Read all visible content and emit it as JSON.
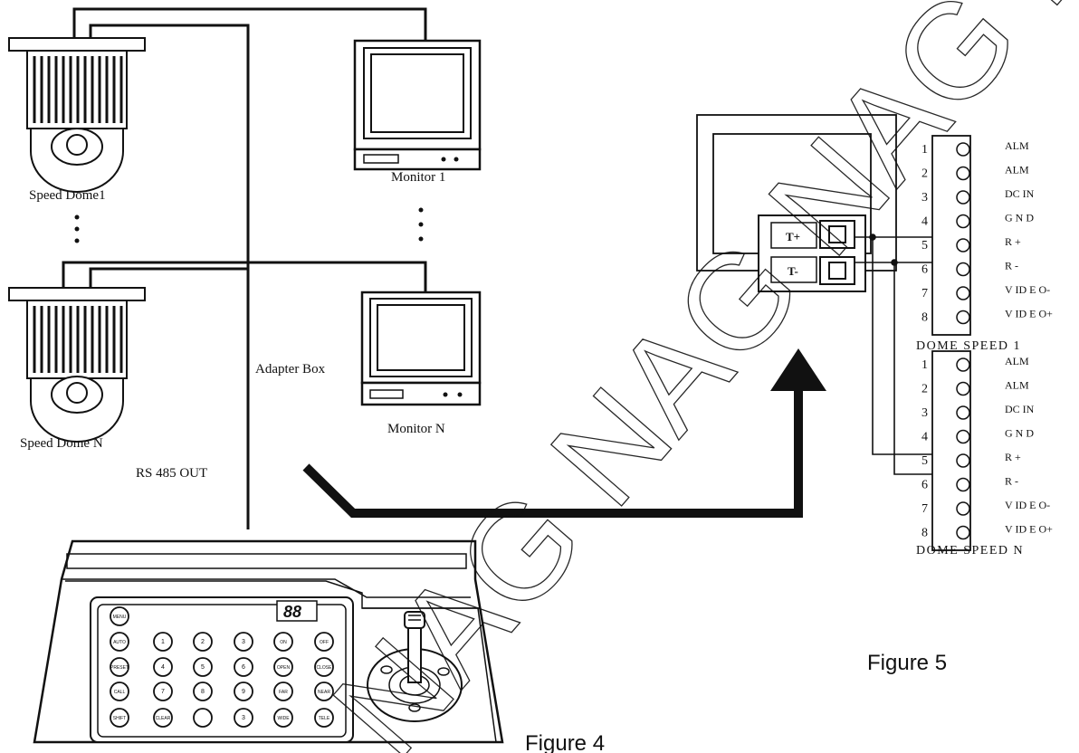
{
  "labels": {
    "speed_dome_1": "Speed Dome1",
    "speed_dome_n": "Speed Dome N",
    "monitor_1": "Monitor 1",
    "monitor_n": "Monitor N",
    "adapter_box": "Adapter Box",
    "rs485_out": "RS 485 OUT",
    "figure_4": "Figure 4",
    "figure_5": "Figure 5"
  },
  "keyboard": {
    "display": "88",
    "rows": [
      [
        "MENU"
      ],
      [
        "AUTO",
        "1",
        "2",
        "3",
        "ON",
        "OFF"
      ],
      [
        "PRESET",
        "4",
        "5",
        "6",
        "OPEN",
        "CLOSE"
      ],
      [
        "CALL",
        "7",
        "8",
        "9",
        "FAR",
        "NEAR"
      ],
      [
        "SHIFT",
        "CLEAR",
        "",
        "3",
        "WIDE",
        "TELE"
      ]
    ]
  },
  "adapter": {
    "t_plus": "T+",
    "t_minus": "T-"
  },
  "terminal_blocks": [
    {
      "title": "DOME SPEED 1",
      "pins": [
        {
          "num": "1",
          "label": "ALM"
        },
        {
          "num": "2",
          "label": "ALM"
        },
        {
          "num": "3",
          "label": "DC IN"
        },
        {
          "num": "4",
          "label": "G N D"
        },
        {
          "num": "5",
          "label": "R +"
        },
        {
          "num": "6",
          "label": "R -"
        },
        {
          "num": "7",
          "label": "V ID E O-"
        },
        {
          "num": "8",
          "label": "V ID E O+"
        }
      ]
    },
    {
      "title": "DOME SPEED N",
      "pins": [
        {
          "num": "1",
          "label": "ALM"
        },
        {
          "num": "2",
          "label": "ALM"
        },
        {
          "num": "3",
          "label": "DC IN"
        },
        {
          "num": "4",
          "label": "G N D"
        },
        {
          "num": "5",
          "label": "R +"
        },
        {
          "num": "6",
          "label": "R -"
        },
        {
          "num": "7",
          "label": "V ID E O-"
        },
        {
          "num": "8",
          "label": "V ID E O+"
        }
      ]
    }
  ],
  "watermark": "NAG NAG NAG NAG"
}
